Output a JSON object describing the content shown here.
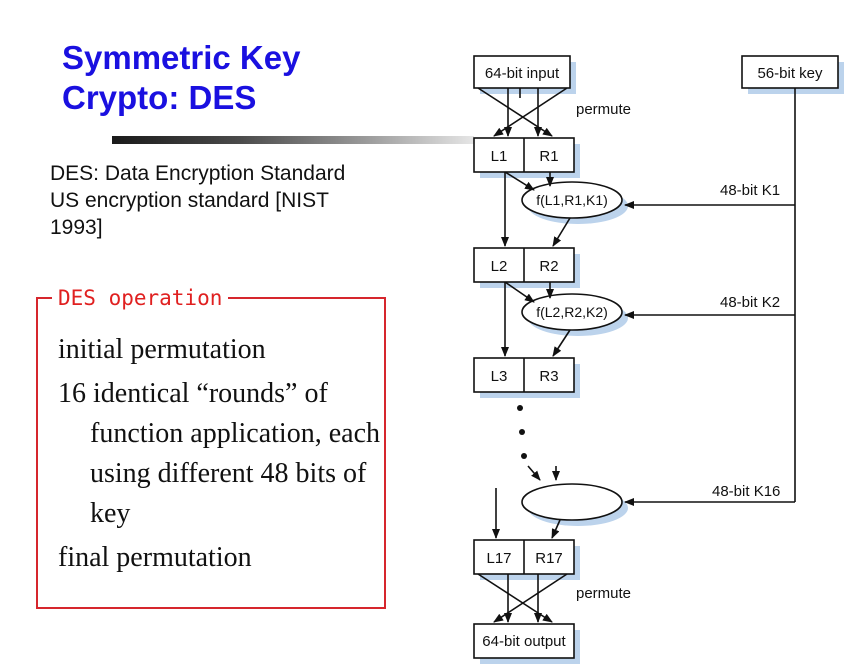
{
  "slide": {
    "title_line1": "Symmetric Key",
    "title_line2": "Crypto: DES",
    "intro": [
      "DES: Data Encryption Standard",
      "US encryption standard [NIST",
      "1993]"
    ],
    "operation_label": "DES operation",
    "operations": [
      "initial permutation",
      "16 identical “rounds” of function application, each using different 48 bits of key",
      "final permutation"
    ]
  },
  "diagram": {
    "input_label": "64-bit input",
    "key_label": "56-bit key",
    "permute_top": "permute",
    "permute_bottom": "permute",
    "output_label": "64-bit output",
    "rounds": [
      {
        "l": "L1",
        "r": "R1",
        "f": "f(L1,R1,K1)",
        "k": "48-bit K1"
      },
      {
        "l": "L2",
        "r": "R2",
        "f": "f(L2,R2,K2)",
        "k": "48-bit K2"
      },
      {
        "l": "L3",
        "r": "R3"
      }
    ],
    "k16_label": "48-bit K16",
    "final": {
      "l": "L17",
      "r": "R17"
    },
    "dots": "•"
  }
}
